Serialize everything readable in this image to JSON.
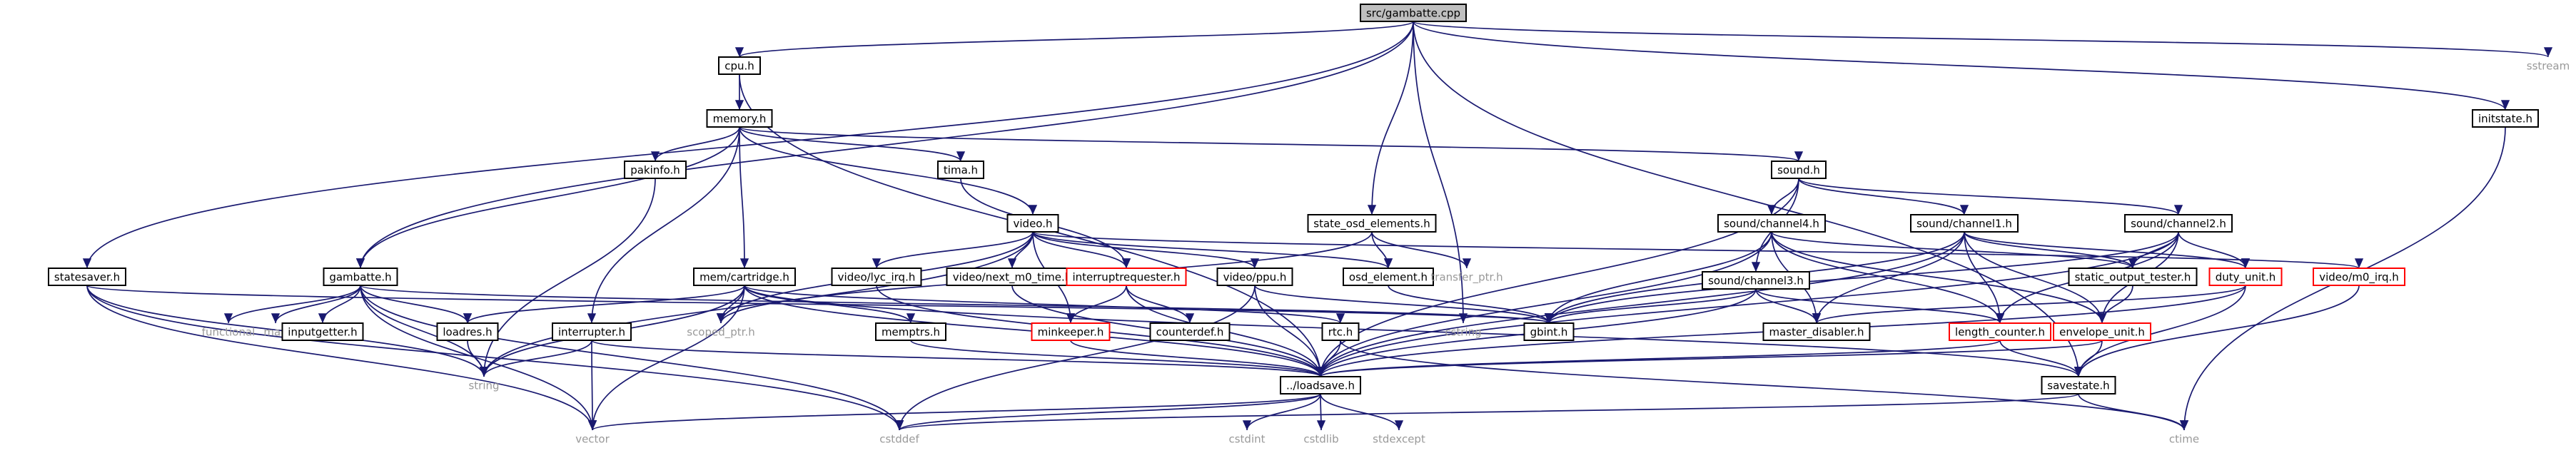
{
  "colors": {
    "edge": "#191970",
    "box_stroke": "#000000",
    "box_stroke_missing": "#ff0000",
    "text": "#000000",
    "text_system": "#999999",
    "root_fill": "#bfbfbf",
    "box_fill": "#ffffff"
  },
  "nodes": [
    {
      "id": "root",
      "label": "src/gambatte.cpp",
      "kind": "root"
    },
    {
      "id": "cpu",
      "label": "cpu.h",
      "kind": "file"
    },
    {
      "id": "sstream",
      "label": "sstream",
      "kind": "system"
    },
    {
      "id": "initstate",
      "label": "initstate.h",
      "kind": "file"
    },
    {
      "id": "memory",
      "label": "memory.h",
      "kind": "file"
    },
    {
      "id": "sound",
      "label": "sound.h",
      "kind": "file"
    },
    {
      "id": "tima",
      "label": "tima.h",
      "kind": "file"
    },
    {
      "id": "pakinfo",
      "label": "pakinfo.h",
      "kind": "file"
    },
    {
      "id": "state_osd",
      "label": "state_osd_elements.h",
      "kind": "file"
    },
    {
      "id": "ch4",
      "label": "sound/channel4.h",
      "kind": "file"
    },
    {
      "id": "ch1",
      "label": "sound/channel1.h",
      "kind": "file"
    },
    {
      "id": "ch2",
      "label": "sound/channel2.h",
      "kind": "file"
    },
    {
      "id": "video",
      "label": "video.h",
      "kind": "file"
    },
    {
      "id": "statesaver",
      "label": "statesaver.h",
      "kind": "file"
    },
    {
      "id": "gambatte",
      "label": "gambatte.h",
      "kind": "file"
    },
    {
      "id": "cartridge",
      "label": "mem/cartridge.h",
      "kind": "file"
    },
    {
      "id": "lyc",
      "label": "video/lyc_irq.h",
      "kind": "file"
    },
    {
      "id": "next_m0",
      "label": "video/next_m0_time.h",
      "kind": "file"
    },
    {
      "id": "interruptrequester",
      "label": "interruptrequester.h",
      "kind": "missing"
    },
    {
      "id": "ppu",
      "label": "video/ppu.h",
      "kind": "file"
    },
    {
      "id": "osd_element",
      "label": "osd_element.h",
      "kind": "file"
    },
    {
      "id": "transfer_ptr",
      "label": "transfer_ptr.h",
      "kind": "system"
    },
    {
      "id": "static_output",
      "label": "static_output_tester.h",
      "kind": "file"
    },
    {
      "id": "duty_unit",
      "label": "duty_unit.h",
      "kind": "missing"
    },
    {
      "id": "m0_irq",
      "label": "video/m0_irq.h",
      "kind": "missing"
    },
    {
      "id": "ch3",
      "label": "sound/channel3.h",
      "kind": "file"
    },
    {
      "id": "functional",
      "label": "functional",
      "kind": "system"
    },
    {
      "id": "map",
      "label": "map",
      "kind": "system"
    },
    {
      "id": "inputgetter",
      "label": "inputgetter.h",
      "kind": "file"
    },
    {
      "id": "loadres",
      "label": "loadres.h",
      "kind": "file"
    },
    {
      "id": "scoped_ptr",
      "label": "scoped_ptr.h",
      "kind": "system"
    },
    {
      "id": "interrupter",
      "label": "interrupter.h",
      "kind": "file"
    },
    {
      "id": "memptrs",
      "label": "memptrs.h",
      "kind": "file"
    },
    {
      "id": "minkeeper",
      "label": "minkeeper.h",
      "kind": "missing"
    },
    {
      "id": "counterdef",
      "label": "counterdef.h",
      "kind": "file"
    },
    {
      "id": "rtc",
      "label": "rtc.h",
      "kind": "file"
    },
    {
      "id": "cstring",
      "label": "cstring",
      "kind": "system"
    },
    {
      "id": "gbint",
      "label": "gbint.h",
      "kind": "file"
    },
    {
      "id": "master_disabler",
      "label": "master_disabler.h",
      "kind": "file"
    },
    {
      "id": "length_counter",
      "label": "length_counter.h",
      "kind": "missing"
    },
    {
      "id": "envelope_unit",
      "label": "envelope_unit.h",
      "kind": "missing"
    },
    {
      "id": "string",
      "label": "string",
      "kind": "system"
    },
    {
      "id": "loadsave",
      "label": "../loadsave.h",
      "kind": "file"
    },
    {
      "id": "savestate",
      "label": "savestate.h",
      "kind": "file"
    },
    {
      "id": "vector",
      "label": "vector",
      "kind": "system"
    },
    {
      "id": "cstddef",
      "label": "cstddef",
      "kind": "system"
    },
    {
      "id": "cstdint",
      "label": "cstdint",
      "kind": "system"
    },
    {
      "id": "cstdlib",
      "label": "cstdlib",
      "kind": "system"
    },
    {
      "id": "stdexcept",
      "label": "stdexcept",
      "kind": "system"
    },
    {
      "id": "ctime",
      "label": "ctime",
      "kind": "system"
    }
  ],
  "edges": [
    [
      "root",
      "cpu"
    ],
    [
      "root",
      "sstream"
    ],
    [
      "root",
      "initstate"
    ],
    [
      "root",
      "state_osd"
    ],
    [
      "root",
      "gambatte"
    ],
    [
      "root",
      "statesaver"
    ],
    [
      "root",
      "cstring"
    ],
    [
      "root",
      "savestate"
    ],
    [
      "cpu",
      "memory"
    ],
    [
      "cpu",
      "loadsave"
    ],
    [
      "memory",
      "sound"
    ],
    [
      "memory",
      "tima"
    ],
    [
      "memory",
      "pakinfo"
    ],
    [
      "memory",
      "video"
    ],
    [
      "memory",
      "gambatte"
    ],
    [
      "memory",
      "cartridge"
    ],
    [
      "memory",
      "interrupter"
    ],
    [
      "sound",
      "ch4"
    ],
    [
      "sound",
      "ch1"
    ],
    [
      "sound",
      "ch2"
    ],
    [
      "sound",
      "ch3"
    ],
    [
      "sound",
      "loadsave"
    ],
    [
      "tima",
      "interruptrequester"
    ],
    [
      "pakinfo",
      "string"
    ],
    [
      "state_osd",
      "osd_element"
    ],
    [
      "state_osd",
      "transfer_ptr"
    ],
    [
      "state_osd",
      "scoped_ptr"
    ],
    [
      "ch4",
      "gbint"
    ],
    [
      "ch4",
      "master_disabler"
    ],
    [
      "ch4",
      "length_counter"
    ],
    [
      "ch4",
      "envelope_unit"
    ],
    [
      "ch4",
      "static_output"
    ],
    [
      "ch4",
      "loadsave"
    ],
    [
      "ch1",
      "gbint"
    ],
    [
      "ch1",
      "master_disabler"
    ],
    [
      "ch1",
      "length_counter"
    ],
    [
      "ch1",
      "envelope_unit"
    ],
    [
      "ch1",
      "duty_unit"
    ],
    [
      "ch1",
      "static_output"
    ],
    [
      "ch1",
      "loadsave"
    ],
    [
      "ch2",
      "gbint"
    ],
    [
      "ch2",
      "duty_unit"
    ],
    [
      "ch2",
      "envelope_unit"
    ],
    [
      "ch2",
      "length_counter"
    ],
    [
      "ch2",
      "static_output"
    ],
    [
      "ch2",
      "loadsave"
    ],
    [
      "ch3",
      "gbint"
    ],
    [
      "ch3",
      "master_disabler"
    ],
    [
      "ch3",
      "loadsave"
    ],
    [
      "ch3",
      "length_counter"
    ],
    [
      "video",
      "lyc"
    ],
    [
      "video",
      "next_m0"
    ],
    [
      "video",
      "interruptrequester"
    ],
    [
      "video",
      "ppu"
    ],
    [
      "video",
      "osd_element"
    ],
    [
      "video",
      "m0_irq"
    ],
    [
      "video",
      "minkeeper"
    ],
    [
      "video",
      "scoped_ptr"
    ],
    [
      "video",
      "string"
    ],
    [
      "statesaver",
      "gbint"
    ],
    [
      "statesaver",
      "string"
    ],
    [
      "statesaver",
      "vector"
    ],
    [
      "statesaver",
      "cstddef"
    ],
    [
      "gambatte",
      "functional"
    ],
    [
      "gambatte",
      "map"
    ],
    [
      "gambatte",
      "inputgetter"
    ],
    [
      "gambatte",
      "loadres"
    ],
    [
      "gambatte",
      "string"
    ],
    [
      "gambatte",
      "vector"
    ],
    [
      "gambatte",
      "cstddef"
    ],
    [
      "gambatte",
      "gbint"
    ],
    [
      "cartridge",
      "loadres"
    ],
    [
      "cartridge",
      "scoped_ptr"
    ],
    [
      "cartridge",
      "memptrs"
    ],
    [
      "cartridge",
      "rtc"
    ],
    [
      "cartridge",
      "savestate"
    ],
    [
      "cartridge",
      "string"
    ],
    [
      "cartridge",
      "vector"
    ],
    [
      "cartridge",
      "loadsave"
    ],
    [
      "lyc",
      "loadsave"
    ],
    [
      "next_m0",
      "loadsave"
    ],
    [
      "interruptrequester",
      "minkeeper"
    ],
    [
      "interruptrequester",
      "counterdef"
    ],
    [
      "interruptrequester",
      "loadsave"
    ],
    [
      "ppu",
      "gbint"
    ],
    [
      "ppu",
      "loadsave"
    ],
    [
      "ppu",
      "cstddef"
    ],
    [
      "osd_element",
      "gbint"
    ],
    [
      "static_output",
      "envelope_unit"
    ],
    [
      "duty_unit",
      "master_disabler"
    ],
    [
      "duty_unit",
      "savestate"
    ],
    [
      "duty_unit",
      "loadsave"
    ],
    [
      "m0_irq",
      "savestate"
    ],
    [
      "interrupter",
      "string"
    ],
    [
      "interrupter",
      "vector"
    ],
    [
      "interrupter",
      "loadsave"
    ],
    [
      "memptrs",
      "loadsave"
    ],
    [
      "minkeeper",
      "loadsave"
    ],
    [
      "rtc",
      "ctime"
    ],
    [
      "rtc",
      "loadsave"
    ],
    [
      "length_counter",
      "savestate"
    ],
    [
      "length_counter",
      "loadsave"
    ],
    [
      "envelope_unit",
      "savestate"
    ],
    [
      "envelope_unit",
      "loadsave"
    ],
    [
      "loadres",
      "string"
    ],
    [
      "loadsave",
      "vector"
    ],
    [
      "loadsave",
      "cstdint"
    ],
    [
      "loadsave",
      "cstdlib"
    ],
    [
      "loadsave",
      "stdexcept"
    ],
    [
      "loadsave",
      "cstddef"
    ],
    [
      "savestate",
      "cstddef"
    ],
    [
      "savestate",
      "ctime"
    ],
    [
      "initstate",
      "ctime"
    ]
  ]
}
